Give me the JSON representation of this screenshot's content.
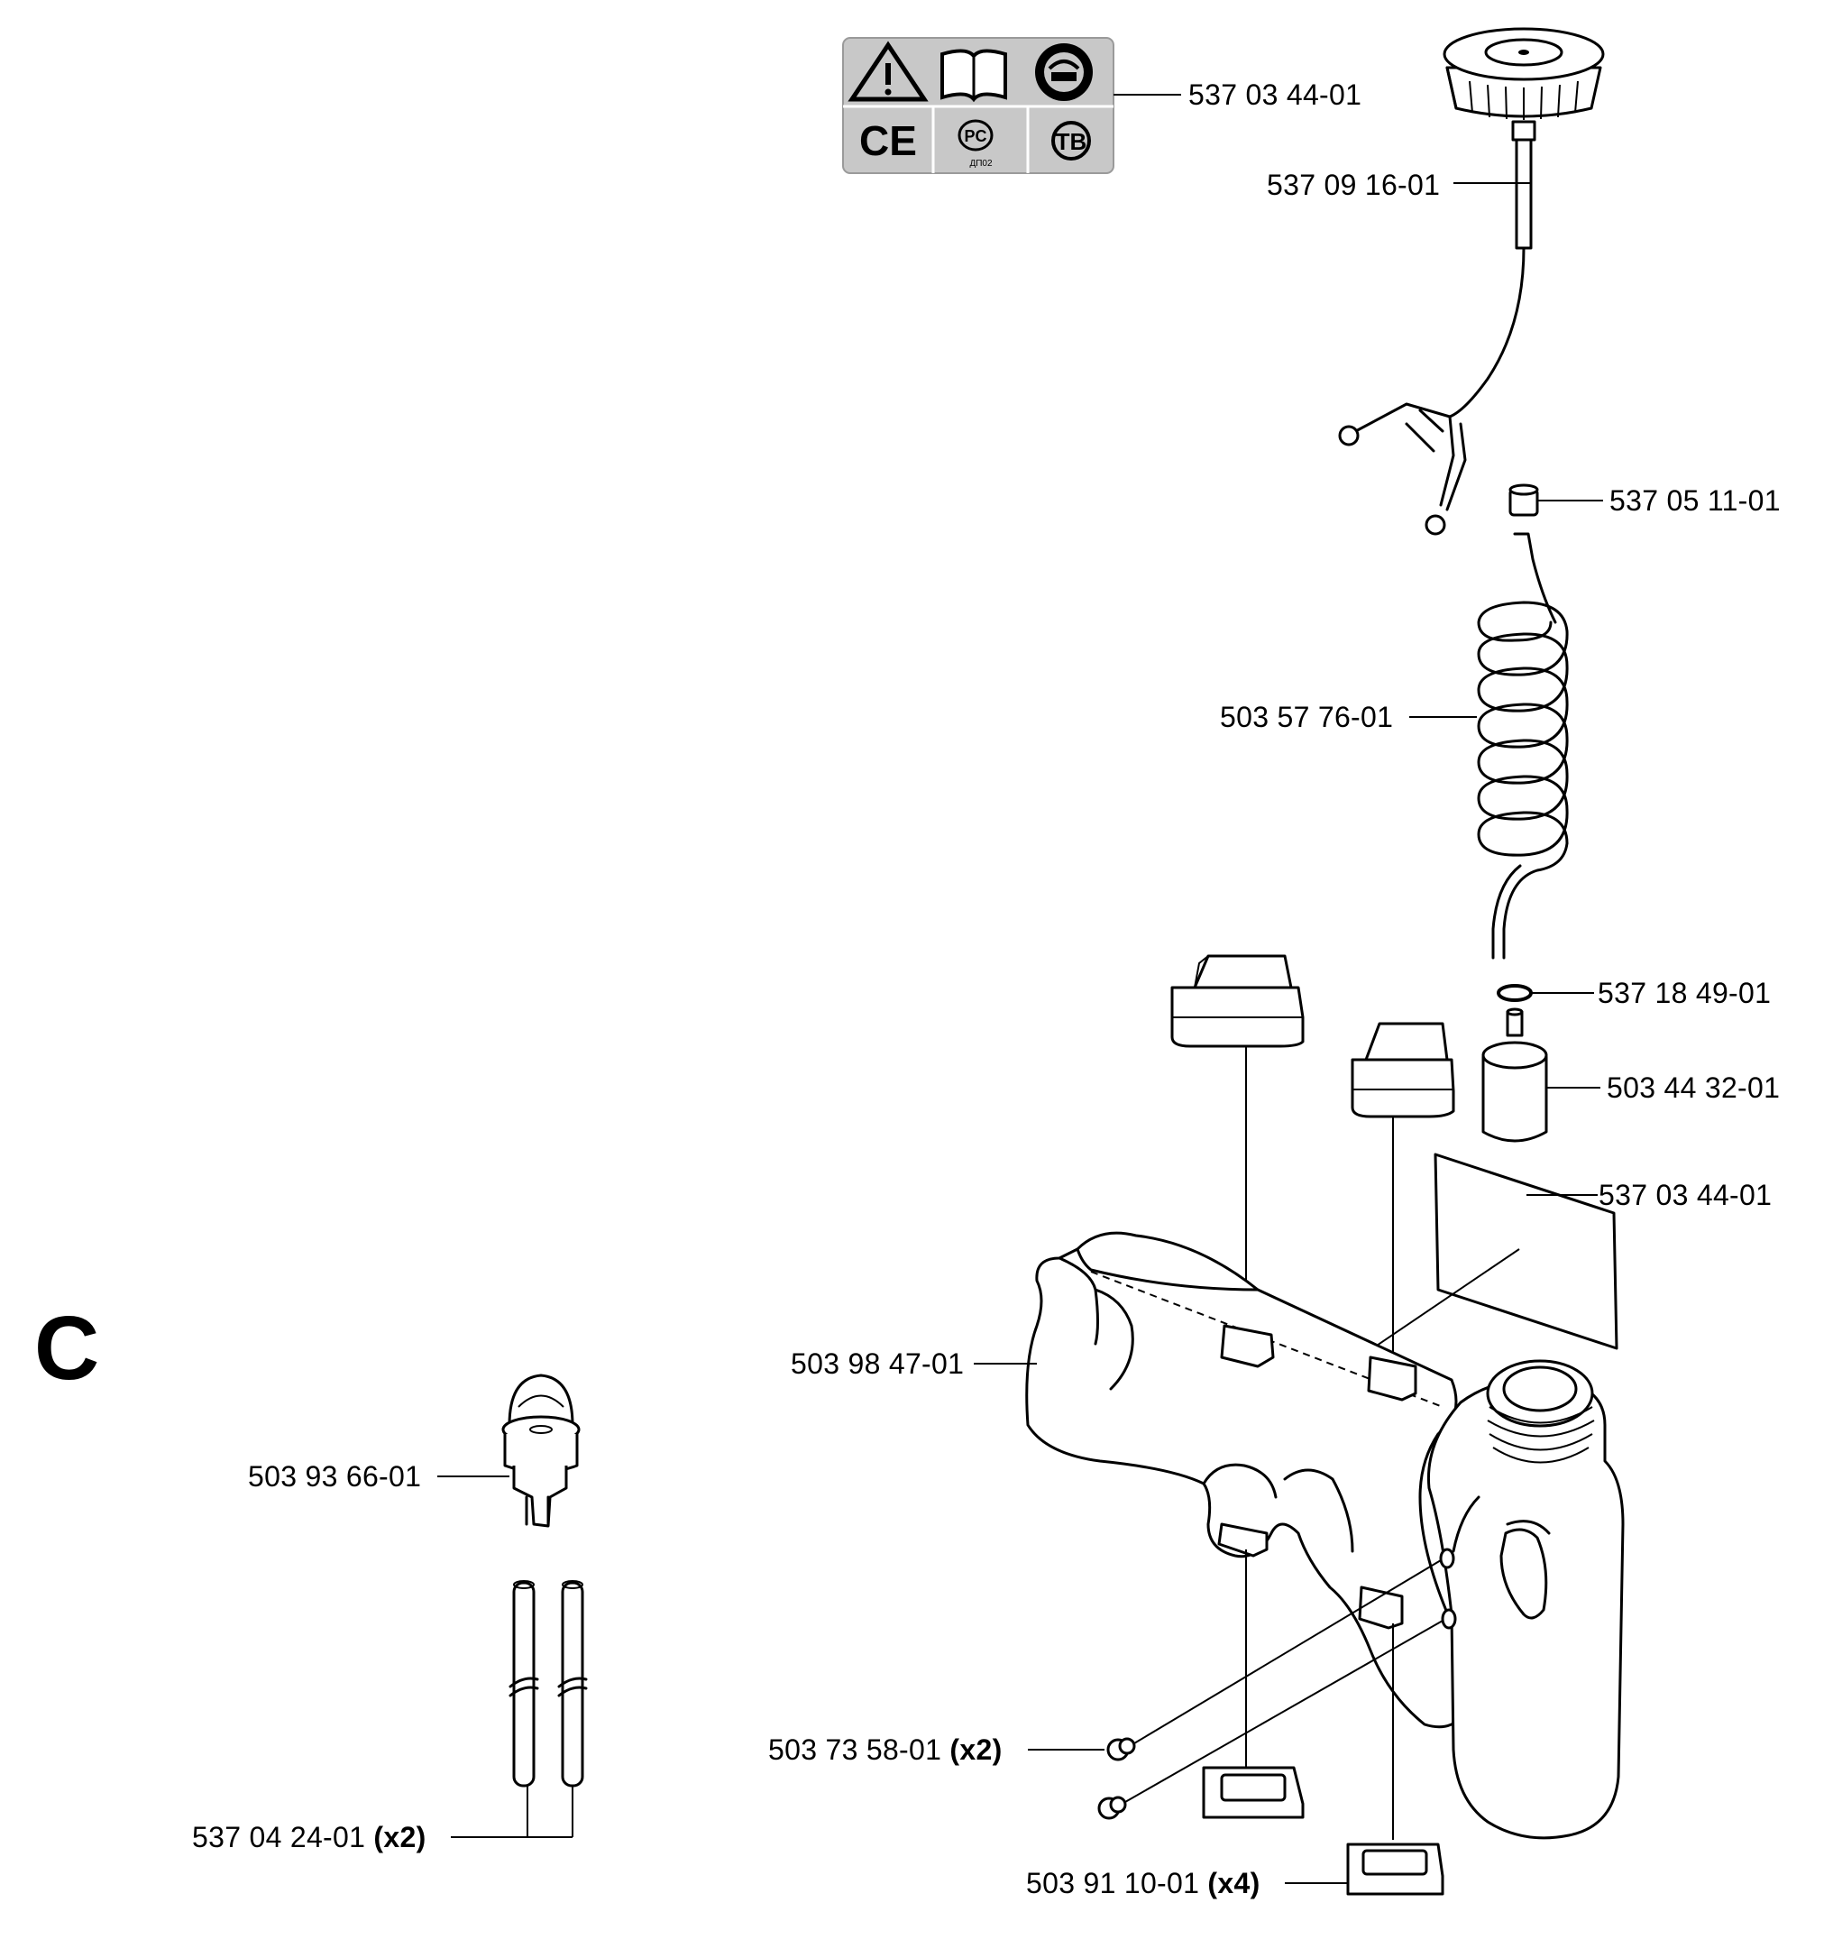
{
  "section_letter": "C",
  "parts": {
    "decal_top": {
      "number": "537 03 44-01"
    },
    "fuel_cap": {
      "number": "537 09 16-01"
    },
    "vent_valve": {
      "number": "537 05 11-01"
    },
    "fuel_hose_coil": {
      "number": "503 57 76-01"
    },
    "o_ring": {
      "number": "537 18 49-01"
    },
    "fuel_filter": {
      "number": "503 44 32-01"
    },
    "decal_side": {
      "number": "537 03 44-01"
    },
    "fuel_tank": {
      "number": "503 98 47-01"
    },
    "primer_bulb": {
      "number": "503 93 66-01"
    },
    "grommet": {
      "number": "503 73 58-01",
      "qty": "(x2)"
    },
    "fuel_lines": {
      "number": "537 04 24-01",
      "qty": "(x2)"
    },
    "rubber_mount": {
      "number": "503 91 10-01",
      "qty": "(x4)"
    }
  },
  "decal_symbols": [
    "warning-triangle",
    "manual-book",
    "ear-eye-protection",
    "CE",
    "PCT",
    "TB"
  ],
  "decal_text": {
    "ce": "CE",
    "pct_small": "ДП02"
  }
}
